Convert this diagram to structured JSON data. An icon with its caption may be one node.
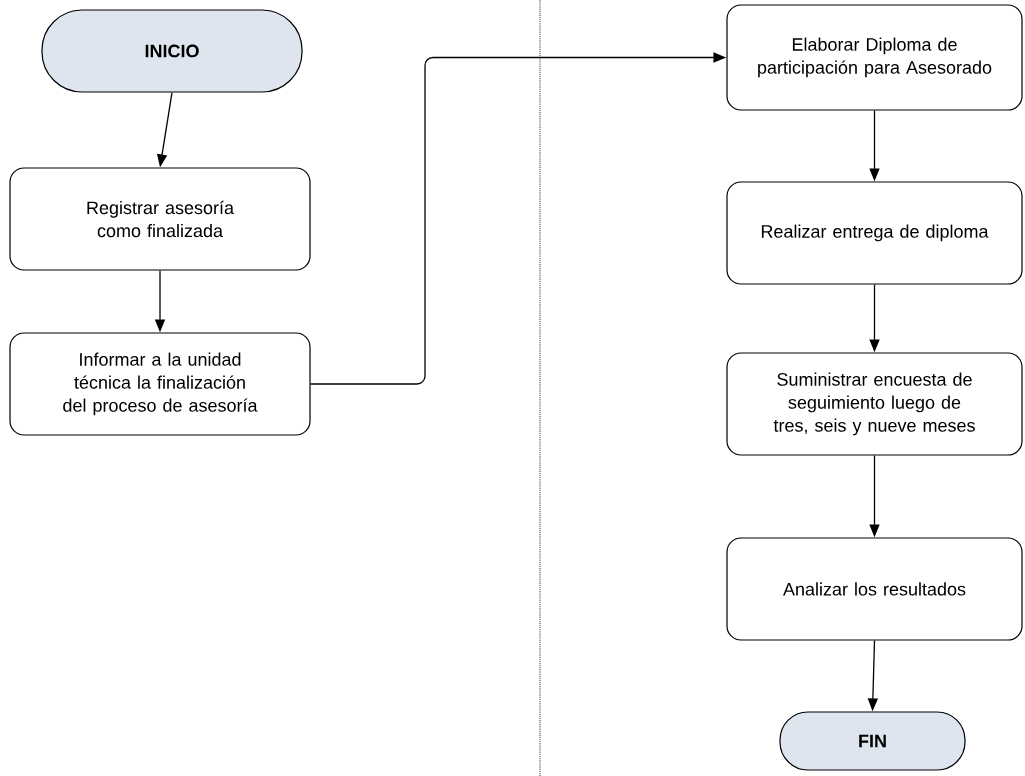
{
  "diagram": {
    "nodes": [
      {
        "text": [
          "INICIO"
        ]
      },
      {
        "text": [
          "Registrar asesoría como finalizada"
        ]
      },
      {
        "text": [
          "Informar a la unidad técnica la finalización del proceso de asesoría"
        ]
      },
      {
        "text": [
          "Elaborar Diploma de participación para Asesorado"
        ]
      },
      {
        "text": [
          "Realizar entrega de diploma"
        ]
      },
      {
        "text": [
          "Suministrar encuesta de seguimiento luego de tres, seis y nueve meses"
        ]
      },
      {
        "text": [
          "Analizar los resultados"
        ]
      },
      {
        "text": [
          "FIN"
        ]
      }
    ],
    "edges": [
      {
        "from": 0,
        "to": 1,
        "arrow": "to"
      },
      {
        "from": 1,
        "to": 2,
        "arrow": "to"
      },
      {
        "from": 2,
        "to": 3,
        "arrow": "to"
      },
      {
        "from": 3,
        "to": 4,
        "arrow": "to"
      },
      {
        "from": 4,
        "to": 5,
        "arrow": "to"
      },
      {
        "from": 5,
        "to": 6,
        "arrow": "to"
      },
      {
        "from": 6,
        "to": 7,
        "arrow": "to"
      }
    ]
  }
}
